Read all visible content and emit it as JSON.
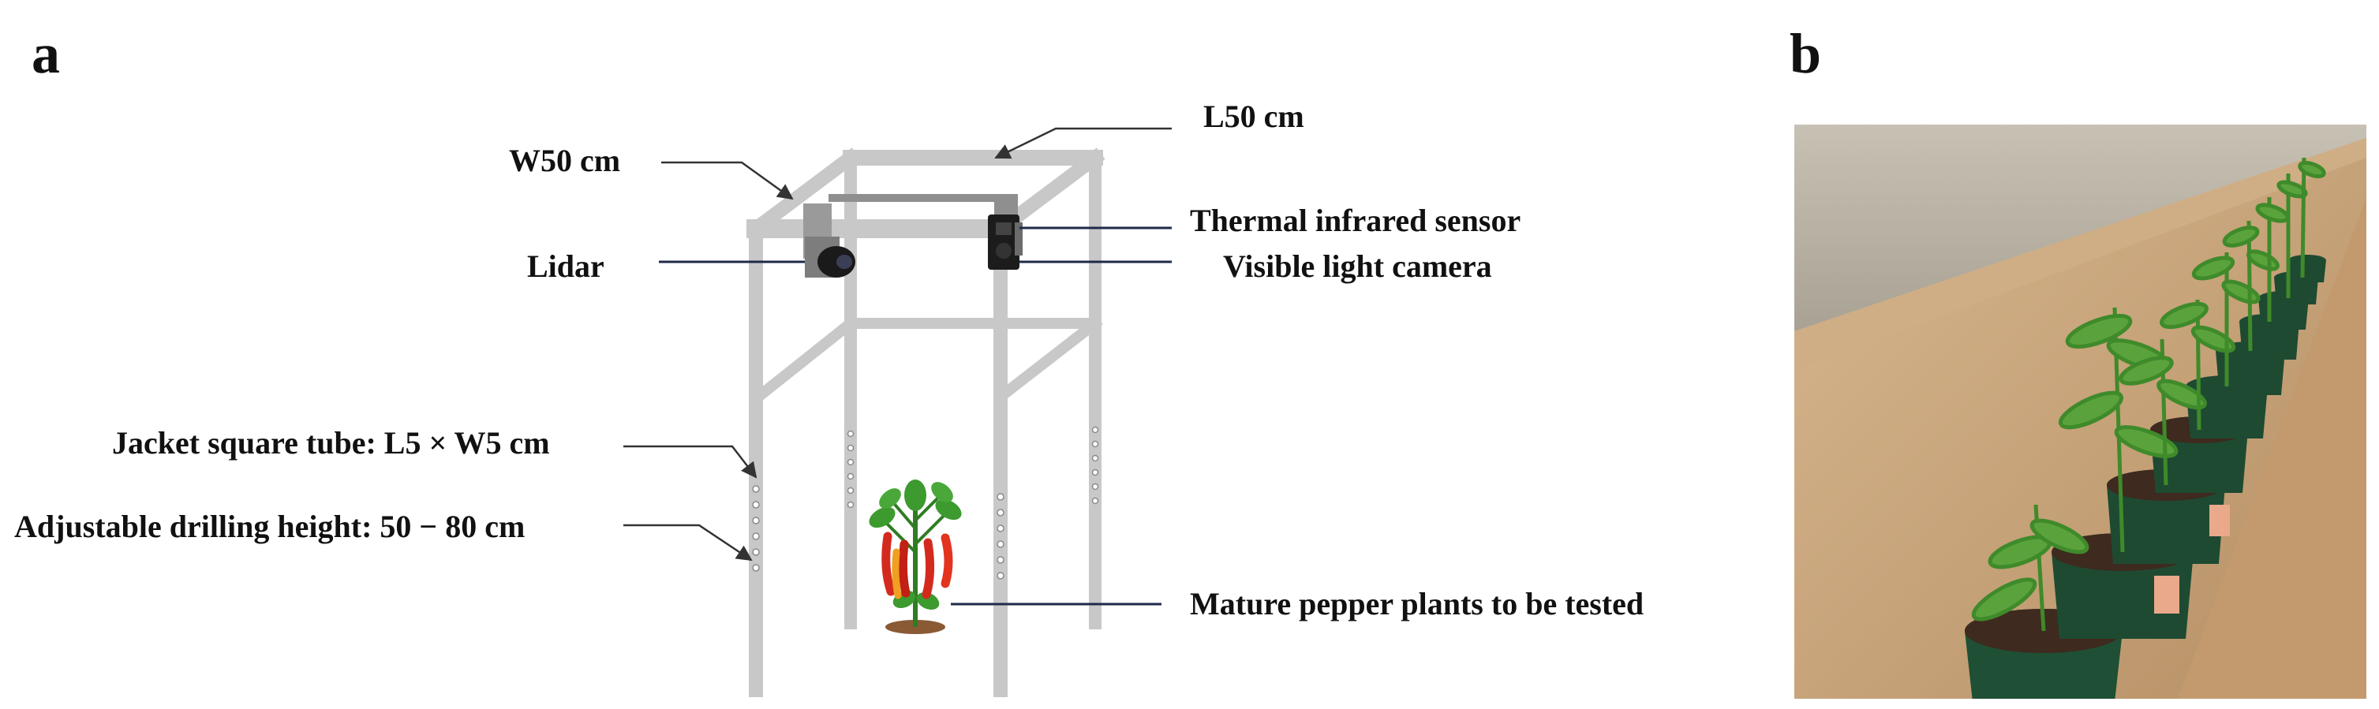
{
  "panels": {
    "a": "a",
    "b": "b"
  },
  "labels": {
    "length": "L50 cm",
    "width": "W50 cm",
    "thermal": "Thermal infrared sensor",
    "lidar": "Lidar",
    "visible": "Visible light camera",
    "tube": "Jacket square tube: L5 × W5 cm",
    "height": "Adjustable drilling height: 50 − 80 cm",
    "plant": "Mature pepper plants to be tested"
  },
  "colors": {
    "frame": "#c8c8c8",
    "frame_dark": "#b0b0b0",
    "leader_line": "#1f2a4a",
    "arrow_line": "#333333",
    "pepper_red": "#d42a1e",
    "leaf_green": "#3c9a2e",
    "soil": "#8a5a34",
    "pot": "#1e4a32",
    "tag": "#e9a98a",
    "wall": "#b9b3a6",
    "ground": "#c9a982"
  }
}
